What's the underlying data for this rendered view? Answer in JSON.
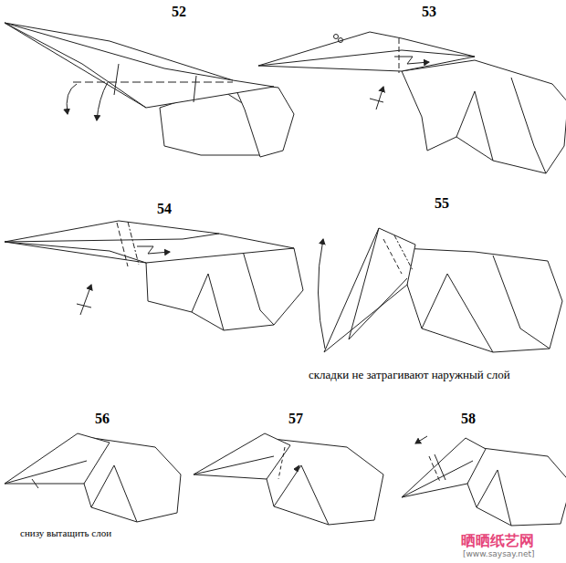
{
  "diagram": {
    "labels": [
      "52",
      "53",
      "54",
      "55",
      "56",
      "57",
      "58",
      "складки не затрагивают наружный слой",
      "снизу вытащить слои",
      "晒晒纸艺网",
      "[www.saysay.net]"
    ]
  }
}
